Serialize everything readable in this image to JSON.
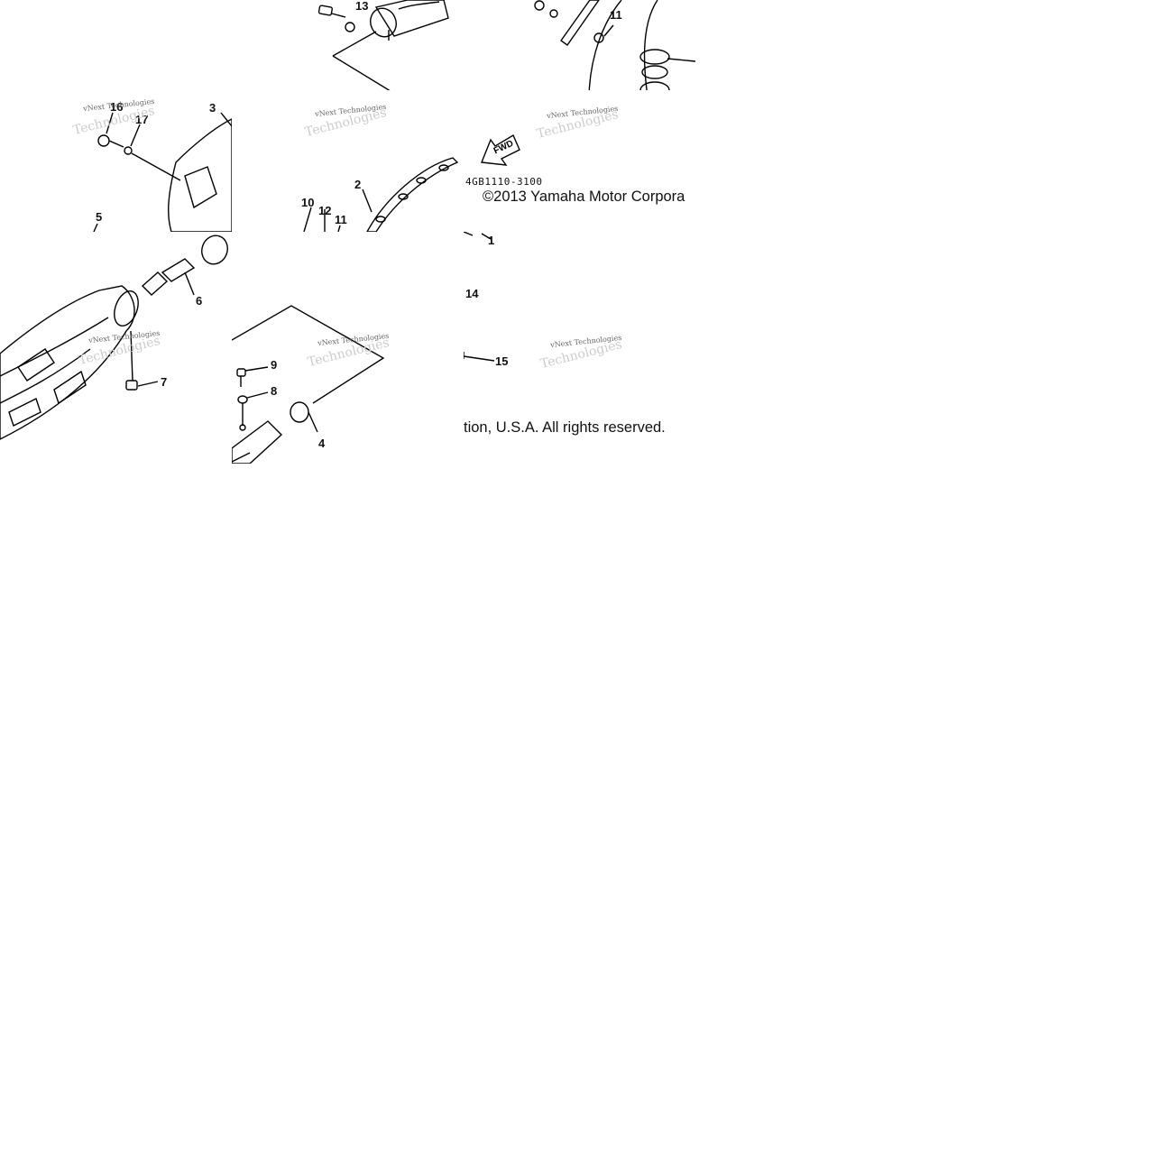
{
  "tiles": {
    "t01": {
      "callouts": [
        "13"
      ],
      "watermark": ""
    },
    "t02": {
      "callouts": [
        "11"
      ],
      "watermark": ""
    },
    "t10": {
      "callouts": [
        "16",
        "17",
        "3",
        "5"
      ],
      "watermark_a": "vNext Technologies",
      "watermark_b": "Technologies"
    },
    "t11": {
      "callouts": [
        "2",
        "10",
        "12",
        "11"
      ],
      "watermark_a": "vNext Technologies",
      "watermark_b": "Technologies"
    },
    "t12": {
      "callouts": [],
      "watermark_a": "vNext Technologies",
      "watermark_b": "Technologies",
      "fwd_label": "FWD",
      "drawing_code": "4GB1110-3100",
      "copyright_part": "©2013 Yamaha Motor Corpora"
    },
    "t20": {
      "callouts": [
        "6",
        "7"
      ],
      "watermark_a": "vNext Technologies",
      "watermark_b": "Technologies"
    },
    "t21": {
      "callouts": [
        "9",
        "8",
        "4"
      ],
      "watermark_a": "vNext Technologies",
      "watermark_b": "Technologies"
    },
    "t22": {
      "callouts": [
        "1",
        "14",
        "15"
      ],
      "watermark_a": "vNext Technologies",
      "watermark_b": "Technologies",
      "copyright_part": "tion, U.S.A. All rights reserved."
    }
  }
}
